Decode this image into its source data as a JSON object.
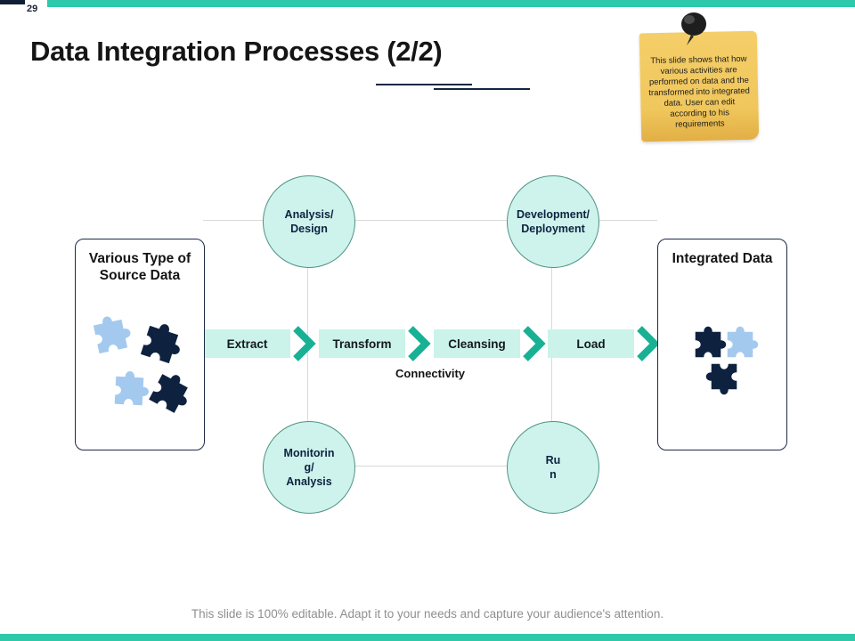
{
  "slide": {
    "number": "29",
    "title": "Data Integration Processes (2/2)",
    "footer": "This slide is 100% editable. Adapt it to your needs and capture your audience's attention."
  },
  "note": {
    "text": "This slide shows that how various activities are performed on data and the transformed into integrated data. User can edit according to his requirements"
  },
  "boxes": {
    "source": {
      "title": "Various Type of Source Data"
    },
    "integrated": {
      "title": "Integrated Data"
    }
  },
  "circles": [
    {
      "lines": [
        "Analysis/",
        "Design"
      ]
    },
    {
      "lines": [
        "Development/",
        "Deployment"
      ]
    },
    {
      "lines": [
        "Monitorin",
        "g/",
        "Analysis"
      ]
    },
    {
      "lines": [
        "Ru",
        "n"
      ]
    }
  ],
  "arrows": [
    {
      "label": "Extract"
    },
    {
      "label": "Transform"
    },
    {
      "label": "Cleansing"
    },
    {
      "label": "Load"
    }
  ],
  "connectivity_label": "Connectivity",
  "icons": {
    "pin": "push-pin-icon",
    "puzzle": "puzzle-piece-icon",
    "chevron": "chevron-right-icon"
  },
  "colors": {
    "accent_teal": "#2EC8AB",
    "accent_navy": "#111E38",
    "circle_fill": "#CEF3EC",
    "circle_border": "#4E9384",
    "arrow_fill": "#CBF3EA",
    "arrow_chevron": "#18B194",
    "note_yellow": "#F0C75C",
    "puzzle_blue": "#A4C9EF",
    "puzzle_navy": "#0E2240",
    "connector_gray": "#D9D9D9",
    "footer_gray": "#8F8F8F"
  }
}
